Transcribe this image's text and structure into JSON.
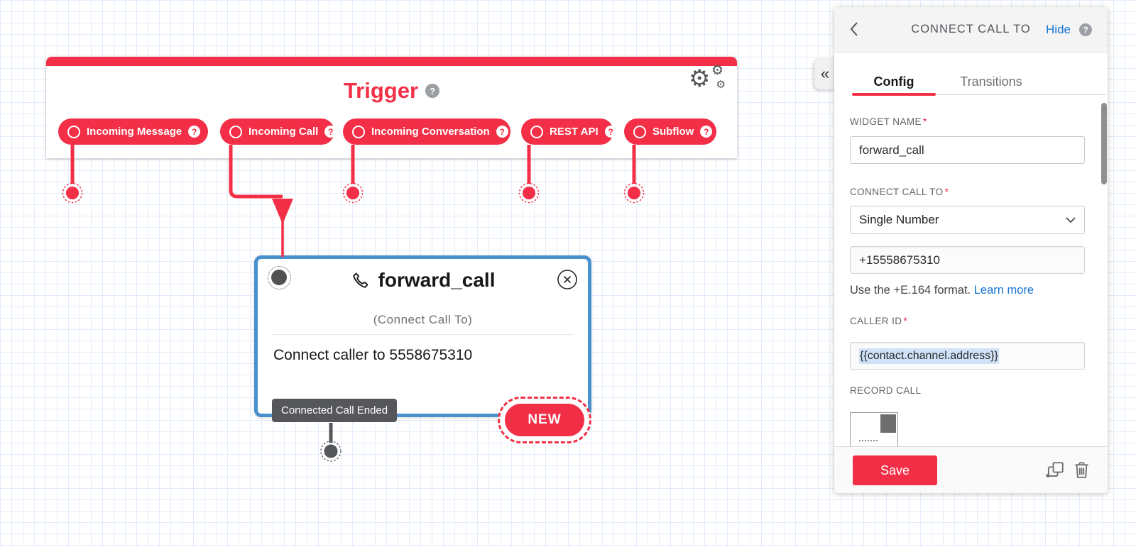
{
  "icons": {
    "collapse": "«",
    "help": "?",
    "gear": "⚙"
  },
  "required_mark": "*",
  "canvas": {
    "trigger": {
      "title": "Trigger",
      "pills": [
        {
          "label": "Incoming Message"
        },
        {
          "label": "Incoming Call"
        },
        {
          "label": "Incoming Conversation"
        },
        {
          "label": "REST API"
        },
        {
          "label": "Subflow"
        }
      ]
    },
    "widget": {
      "name": "forward_call",
      "type": "(Connect Call To)",
      "summary": "Connect caller to 5558675310",
      "transition_ended": "Connected Call Ended",
      "transition_new": "NEW"
    }
  },
  "panel": {
    "title": "CONNECT CALL TO",
    "hide": "Hide",
    "tabs": [
      {
        "label": "Config"
      },
      {
        "label": "Transitions"
      }
    ],
    "widget_name": {
      "label": "WIDGET NAME",
      "value": "forward_call"
    },
    "connect_call_to": {
      "label": "CONNECT CALL TO",
      "value": "Single Number"
    },
    "number": {
      "value": "+15558675310",
      "helper": "Use the +E.164 format.",
      "link": "Learn more"
    },
    "caller_id": {
      "label": "CALLER ID",
      "value": "{{contact.channel.address}}"
    },
    "record_call": {
      "label": "RECORD CALL"
    },
    "save": "Save"
  },
  "colors": {
    "brand_red": "#F22F46",
    "selected_blue": "#4a90cf",
    "link_blue": "#1673d2"
  }
}
